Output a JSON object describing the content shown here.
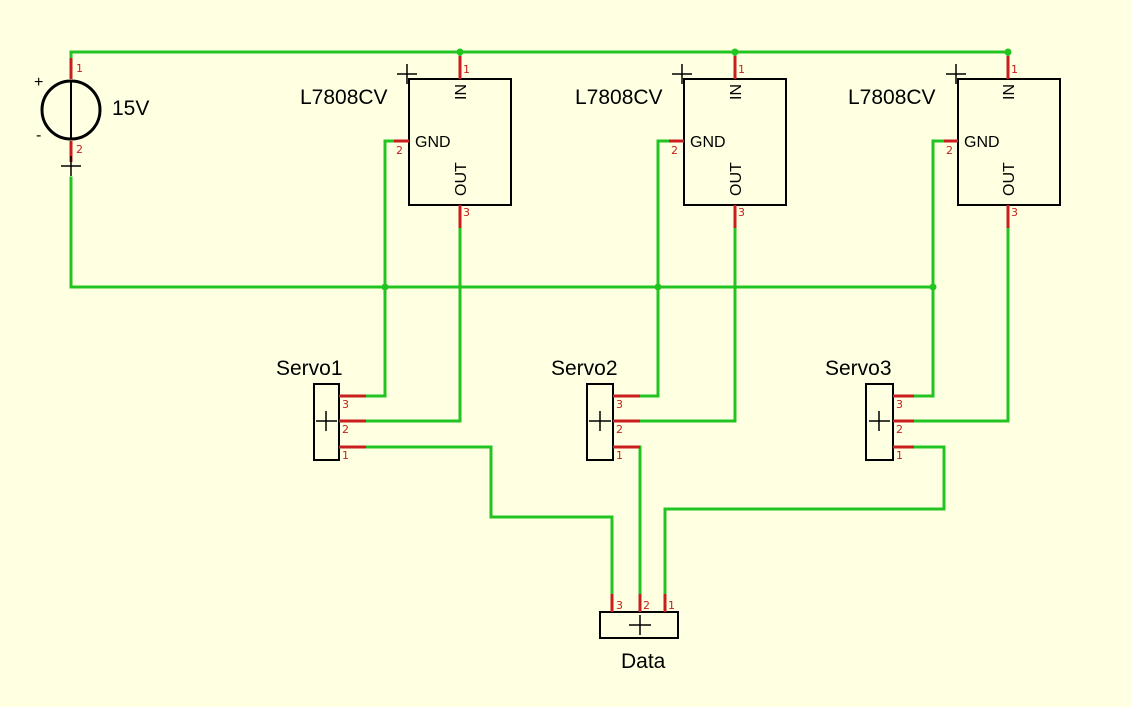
{
  "colors": {
    "background": "#ffffe1",
    "wire": "#22c422",
    "pin": "#c81e1e",
    "outline": "#000000"
  },
  "source": {
    "label": "15V",
    "plus_sign": "+",
    "minus_sign": "-",
    "pin_top": "1",
    "pin_bottom": "2"
  },
  "regulators": [
    {
      "label": "L7808CV",
      "in_label": "IN",
      "gnd_label": "GND",
      "out_label": "OUT",
      "pin_in": "1",
      "pin_gnd": "2",
      "pin_out": "3"
    },
    {
      "label": "L7808CV",
      "in_label": "IN",
      "gnd_label": "GND",
      "out_label": "OUT",
      "pin_in": "1",
      "pin_gnd": "2",
      "pin_out": "3"
    },
    {
      "label": "L7808CV",
      "in_label": "IN",
      "gnd_label": "GND",
      "out_label": "OUT",
      "pin_in": "1",
      "pin_gnd": "2",
      "pin_out": "3"
    }
  ],
  "servos": [
    {
      "label": "Servo1",
      "pins": [
        "3",
        "2",
        "1"
      ]
    },
    {
      "label": "Servo2",
      "pins": [
        "3",
        "2",
        "1"
      ]
    },
    {
      "label": "Servo3",
      "pins": [
        "3",
        "2",
        "1"
      ]
    }
  ],
  "data_connector": {
    "label": "Data",
    "pins": [
      "3",
      "2",
      "1"
    ]
  }
}
